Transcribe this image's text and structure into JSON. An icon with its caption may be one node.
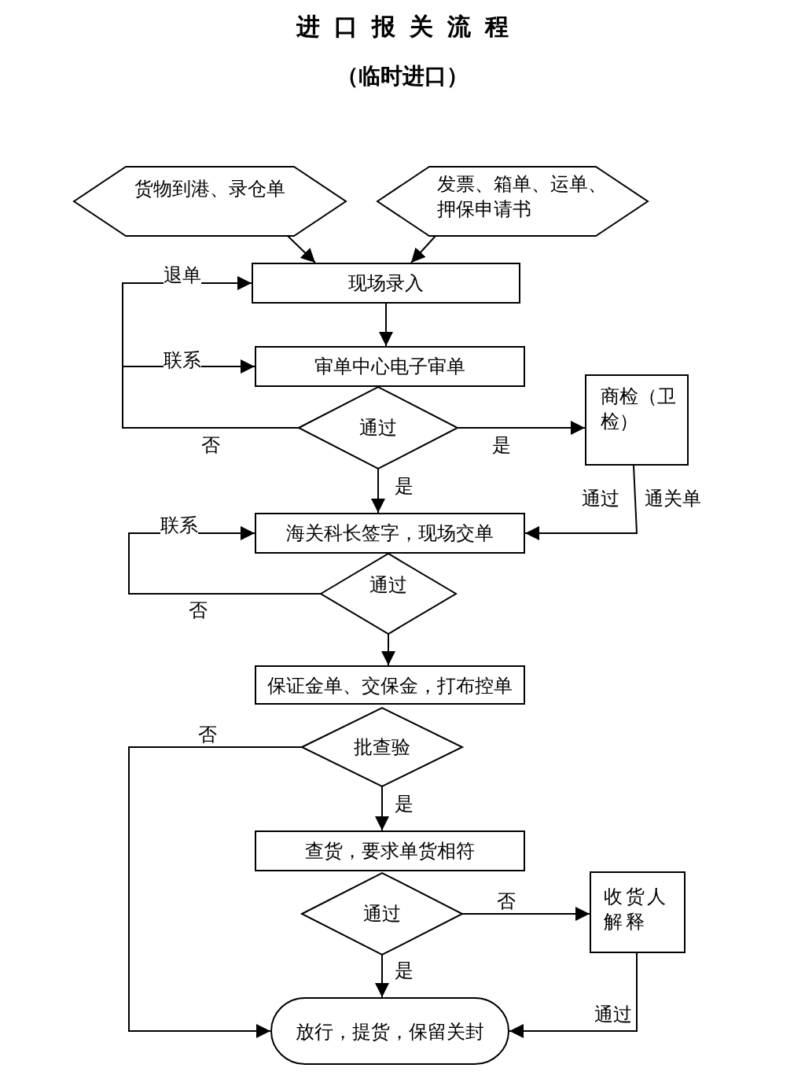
{
  "diagram": {
    "title": "进口报关流程",
    "nodes": [
      {
        "text": [
          "货物到港、录仓单"
        ]
      },
      {
        "text": [
          "发票、箱单、运单、押保申请书"
        ]
      },
      {
        "text": [
          "现场录入"
        ]
      },
      {
        "text": [
          "审单中心电子审单"
        ]
      },
      {
        "text": [
          "通过"
        ]
      },
      {
        "text": [
          "商检（卫检）"
        ]
      },
      {
        "text": [
          "海关科长签字，现场交单"
        ]
      },
      {
        "text": [
          "通过"
        ]
      },
      {
        "text": [
          "保证金单、交保金，打布控单"
        ]
      },
      {
        "text": [
          "批查验"
        ]
      },
      {
        "text": [
          "查货，要求单货相符"
        ]
      },
      {
        "text": [
          "通过"
        ]
      },
      {
        "text": [
          "收货人解释"
        ]
      },
      {
        "text": [
          "放行，提货，保留关封"
        ]
      }
    ],
    "edges": [
      {
        "from": 0,
        "to": 2,
        "arrow": "to"
      },
      {
        "from": 1,
        "to": 2,
        "arrow": "to"
      },
      {
        "from": 2,
        "to": 3,
        "arrow": "to"
      },
      {
        "from": 4,
        "to": 2,
        "arrow": "to",
        "label": "退单"
      },
      {
        "from": 4,
        "to": 3,
        "arrow": "to",
        "label": "联系"
      },
      {
        "from": 4,
        "to": 5,
        "arrow": "to",
        "label": "是"
      },
      {
        "from": 4,
        "to": 6,
        "arrow": "to",
        "label": "是"
      },
      {
        "from": 5,
        "to": 6,
        "arrow": "to",
        "label": "通过"
      },
      {
        "from": 7,
        "to": 6,
        "arrow": "to",
        "label": "联系"
      },
      {
        "from": 7,
        "to": 8,
        "arrow": "to"
      },
      {
        "from": 9,
        "to": 10,
        "arrow": "to",
        "label": "是"
      },
      {
        "from": 9,
        "to": 13,
        "arrow": "to",
        "label": "否"
      },
      {
        "from": 11,
        "to": 12,
        "arrow": "to",
        "label": "否"
      },
      {
        "from": 11,
        "to": 13,
        "arrow": "to",
        "label": "是"
      },
      {
        "from": 12,
        "to": 13,
        "arrow": "to",
        "label": "通过"
      }
    ],
    "labels": [
      "（临时进口）",
      "否",
      "通关单",
      "否"
    ]
  }
}
